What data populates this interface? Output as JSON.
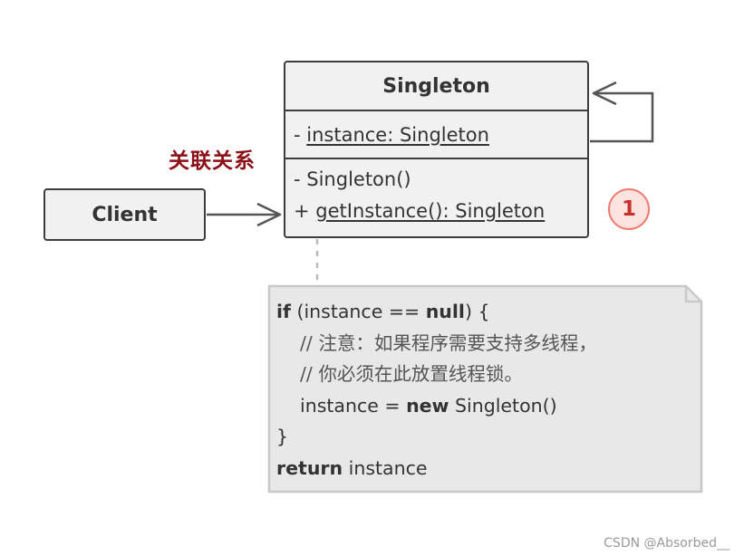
{
  "client": {
    "label": "Client"
  },
  "singleton_class": {
    "name": "Singleton",
    "field": {
      "visibility": "-",
      "text": "instance: Singleton"
    },
    "methods": [
      {
        "visibility": "-",
        "text": "Singleton()"
      },
      {
        "visibility": "+",
        "text": "getInstance(): Singleton"
      }
    ]
  },
  "association_label": "关联关系",
  "badge": "1",
  "note": {
    "lines": [
      {
        "keyword": "if",
        "rest": " (instance == ",
        "keyword2": "null",
        "rest2": ") {"
      },
      {
        "comment": "// 注意：如果程序需要支持多线程，"
      },
      {
        "comment": "// 你必须在此放置线程锁。"
      },
      {
        "pre": "instance = ",
        "keyword": "new",
        "rest": " Singleton()"
      },
      {
        "text": "}"
      },
      {
        "keyword": "return",
        "rest": " instance"
      }
    ]
  },
  "watermark": "CSDN @Absorbed__",
  "colors": {
    "box_fill": "#f1f1f1",
    "box_border": "#3d3d3d",
    "association_label": "#8b0f16",
    "badge_fill": "#fce3df",
    "badge_border": "#f07c70",
    "badge_text": "#c9302c",
    "note_fill": "#e8e8e8",
    "note_border": "#c8c8c8"
  }
}
